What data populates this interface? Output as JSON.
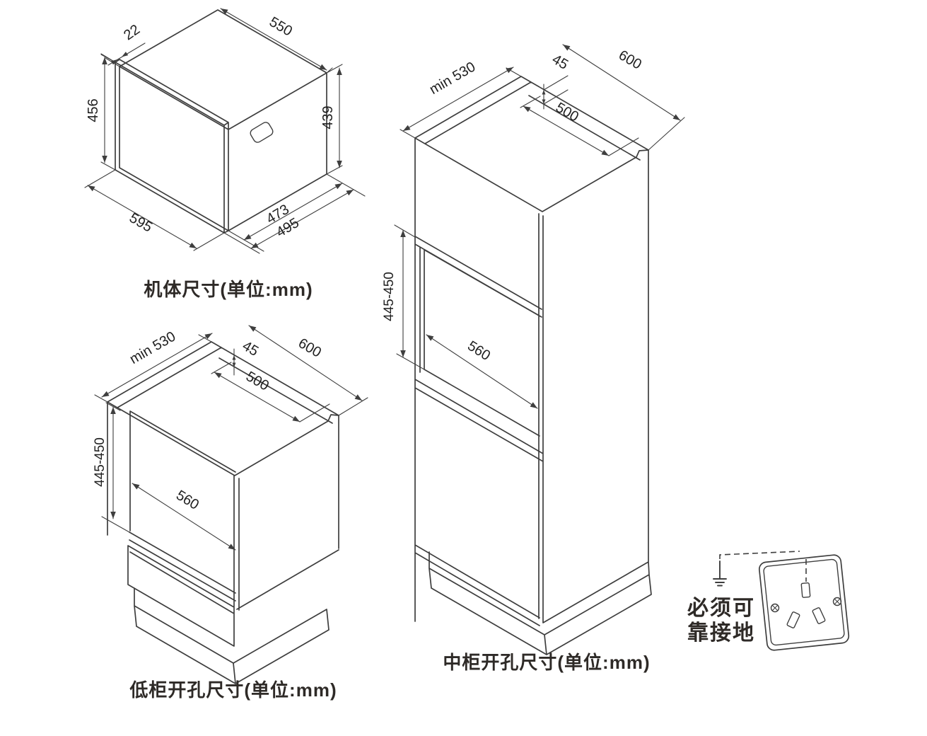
{
  "colors": {
    "line": "#3e3e3e",
    "text": "#1f1f1f",
    "caption": "#2e2a27"
  },
  "diagrams": {
    "body": {
      "caption": "机体尺寸(单位:mm)",
      "dims": {
        "door_thickness": "22",
        "depth_top": "550",
        "height_left": "456",
        "height_right": "439",
        "width_bottom": "595",
        "depth_body": "473",
        "depth_total": "495"
      }
    },
    "low_cabinet": {
      "caption": "低柜开孔尺寸(单位:mm)",
      "dims": {
        "depth_min": "min 530",
        "back_rail": "45",
        "width_top": "600",
        "opening_width_top": "500",
        "opening_height": "445-450",
        "inner_width": "560"
      }
    },
    "mid_cabinet": {
      "caption": "中柜开孔尺寸(单位:mm)",
      "dims": {
        "depth_min": "min 530",
        "back_rail": "45",
        "width_top": "600",
        "opening_width_top": "500",
        "opening_height": "445-450",
        "inner_width": "560"
      }
    },
    "grounding": {
      "label_line1": "必须可",
      "label_line2": "靠接地"
    }
  }
}
